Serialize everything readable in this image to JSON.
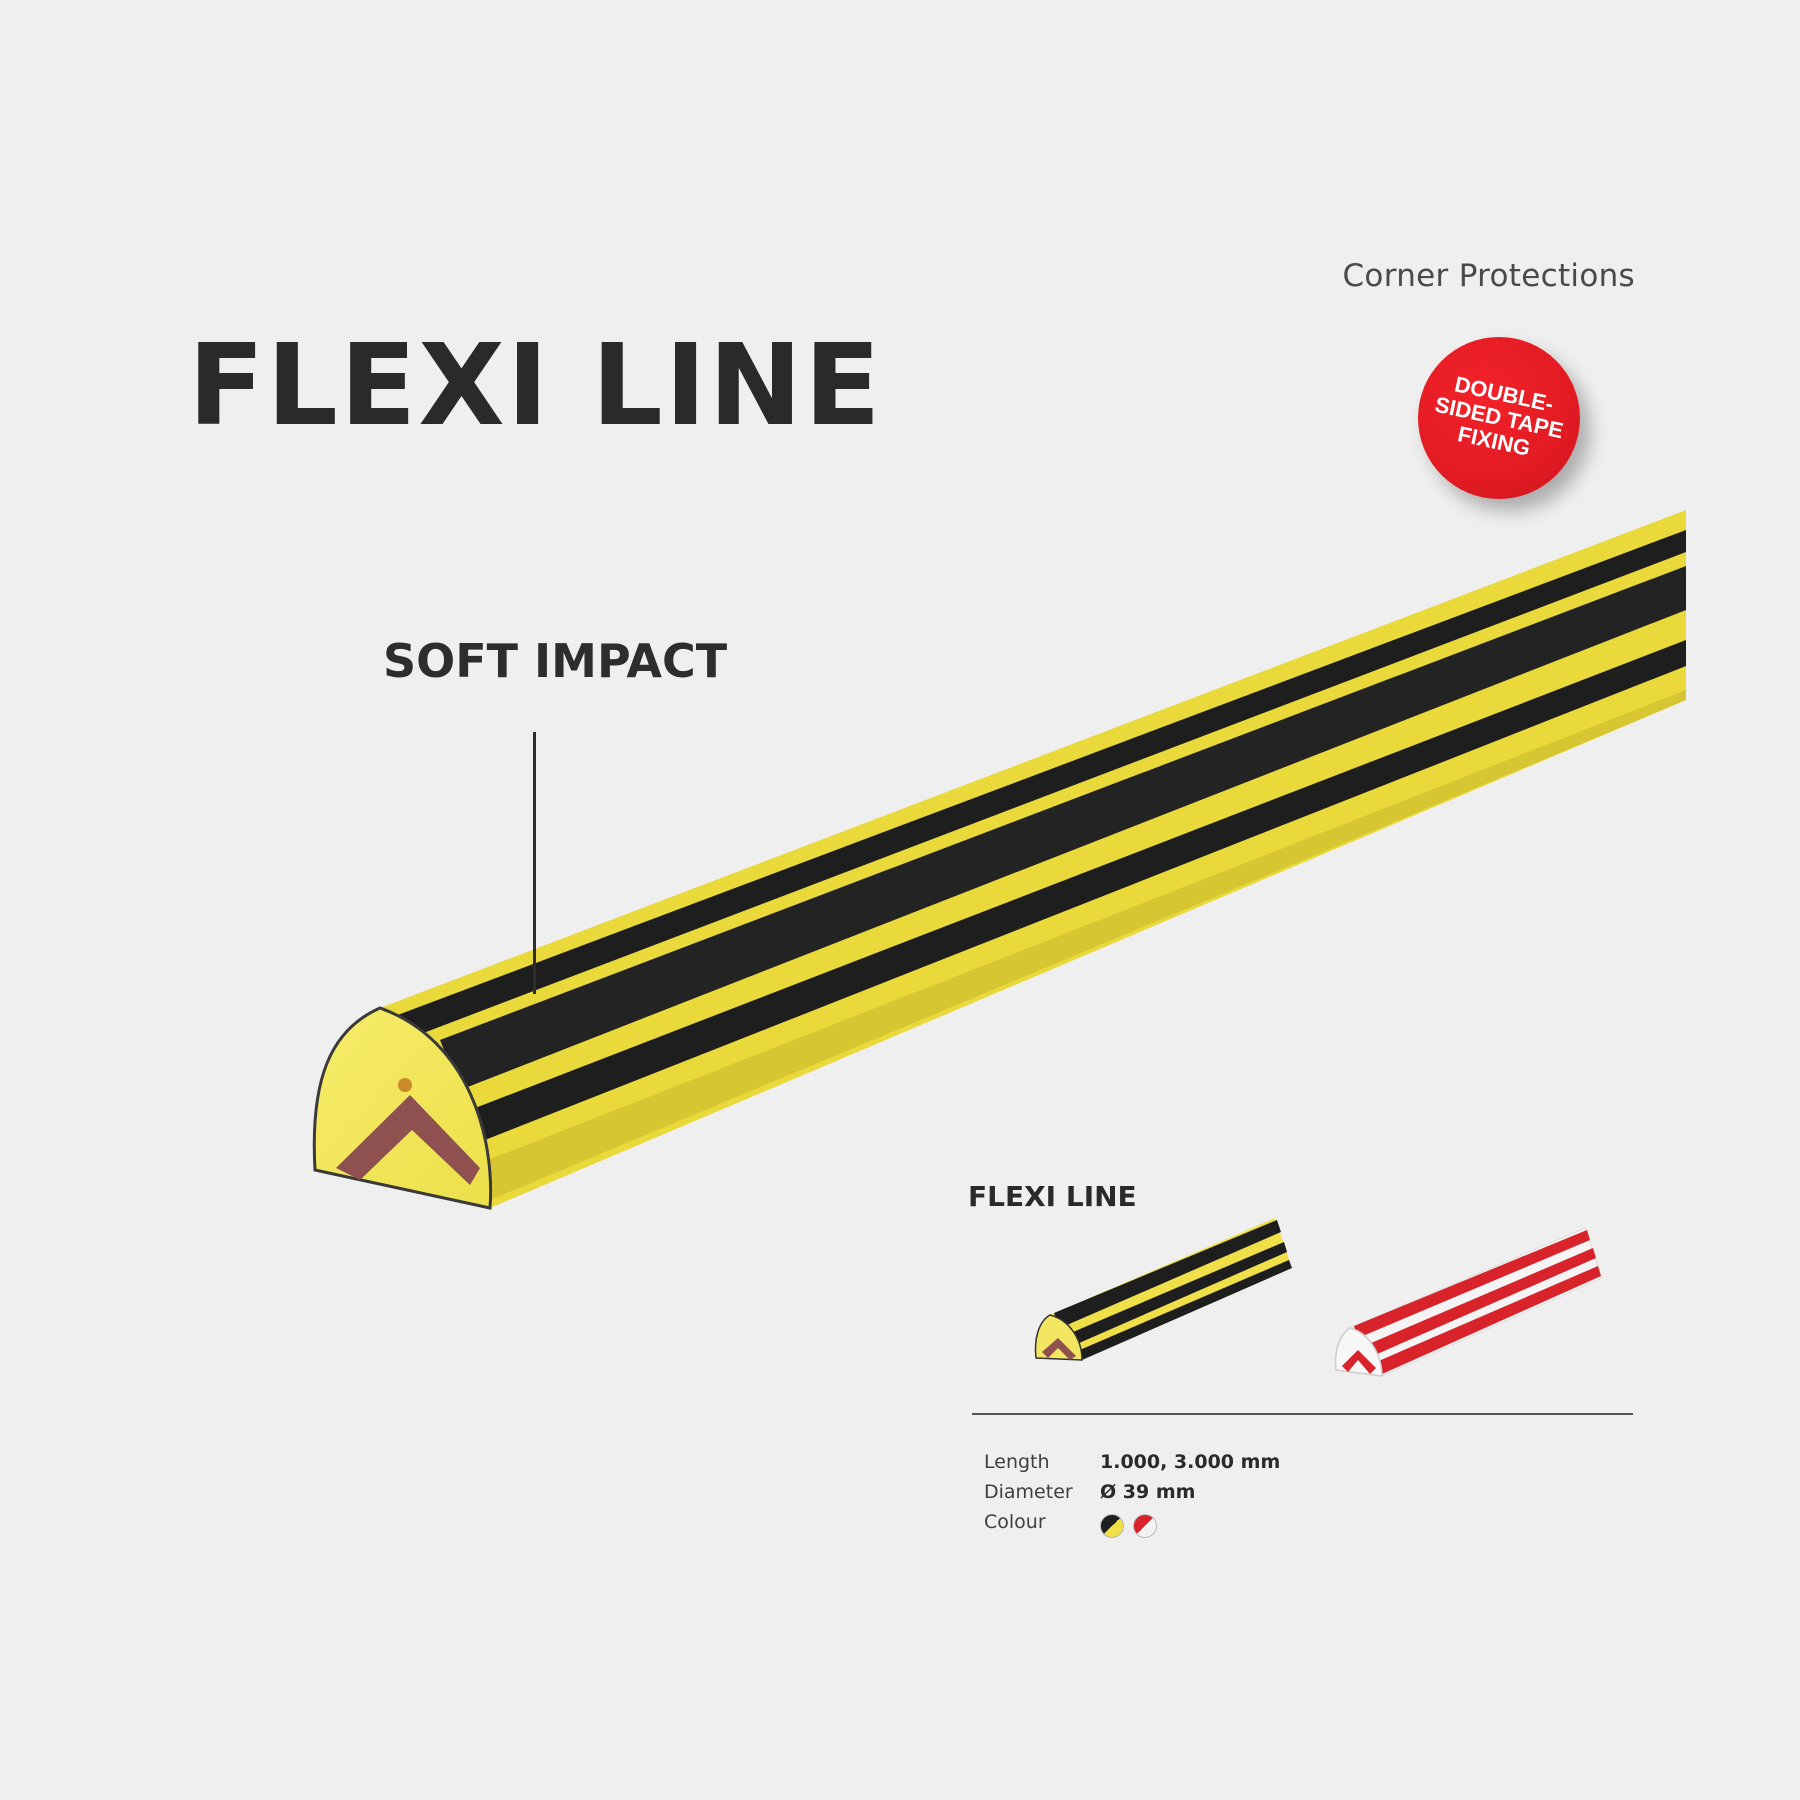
{
  "header": {
    "category": "Corner Protections"
  },
  "product": {
    "title": "FLEXI LINE",
    "feature": "SOFT IMPACT"
  },
  "badge": {
    "lines": [
      "DOUBLE-",
      "SIDED TAPE",
      "FIXING"
    ],
    "color": "#e31b23"
  },
  "variants_section": {
    "title": "FLEXI LINE"
  },
  "specs": {
    "length": {
      "label": "Length",
      "value": "1.000, 3.000 mm"
    },
    "diameter": {
      "label": "Diameter",
      "value": "Ø 39 mm"
    },
    "colour": {
      "label": "Colour"
    }
  },
  "colors": {
    "yellow": "#f0e045",
    "black": "#1e1e1e",
    "red": "#d8232a",
    "white": "#f2f2f2",
    "badge_red": "#e31b23"
  },
  "icons": [
    "double-sided-tape-badge",
    "yellow-black-swatch-icon",
    "red-white-swatch-icon"
  ]
}
